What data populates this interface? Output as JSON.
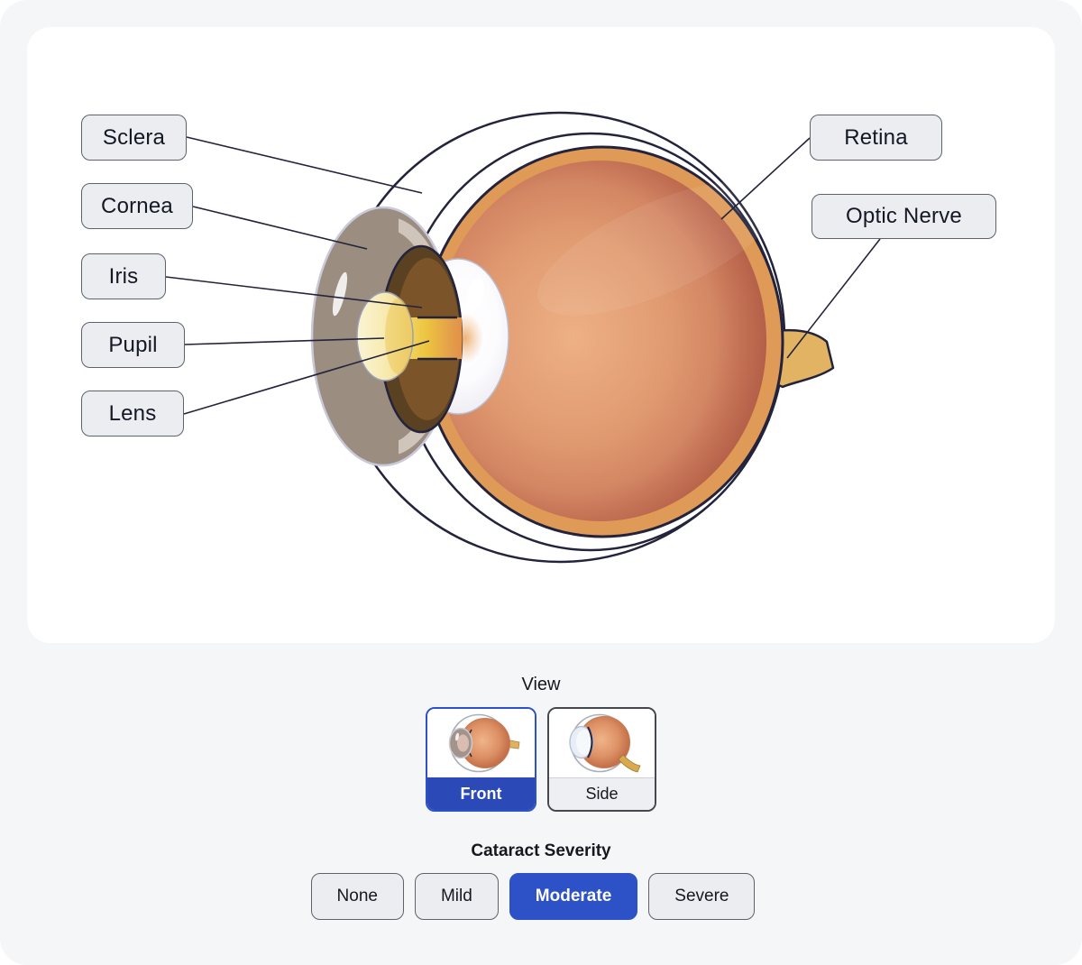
{
  "colors": {
    "page_bg": "#f5f6f8",
    "card_bg": "#ffffff",
    "tag_bg": "#ebedf0",
    "tag_border": "#5d626b",
    "tag_text": "#131824",
    "outline": "#23233c",
    "accent_blue": "#2d52c7",
    "accent_blue_deep": "#2b4ab8",
    "btn_bg": "#ebedf0",
    "btn_border": "#5d626b",
    "btn_text": "#15181e",
    "side_border": "#45494f",
    "side_footer_bg": "#edeff2"
  },
  "eye_palette": {
    "sclera_outline": "#23233c",
    "retina_rim": "#df9a57",
    "interior_center": "#eeb086",
    "interior_edge": "#b5604b",
    "cornea": "#9c8d81",
    "cornea_band": "#cfc5bb",
    "iris_dark": "#5a4122",
    "iris_light": "#7b5429",
    "pupil": "#f7e9ad",
    "beam_gold": "#edc43e",
    "lens": "#f4f3f8",
    "optic_nerve": "#e3b364"
  },
  "diagram": {
    "labels": [
      {
        "text": "Sclera"
      },
      {
        "text": "Cornea"
      },
      {
        "text": "Iris"
      },
      {
        "text": "Pupil"
      },
      {
        "text": "Lens"
      },
      {
        "text": "Retina"
      },
      {
        "text": "Optic Nerve"
      }
    ]
  },
  "view": {
    "title": "View",
    "options": [
      {
        "label": "Front",
        "selected": true
      },
      {
        "label": "Side",
        "selected": false
      }
    ]
  },
  "severity": {
    "title": "Cataract Severity",
    "options": [
      {
        "label": "None",
        "selected": false
      },
      {
        "label": "Mild",
        "selected": false
      },
      {
        "label": "Moderate",
        "selected": true
      },
      {
        "label": "Severe",
        "selected": false
      }
    ]
  }
}
